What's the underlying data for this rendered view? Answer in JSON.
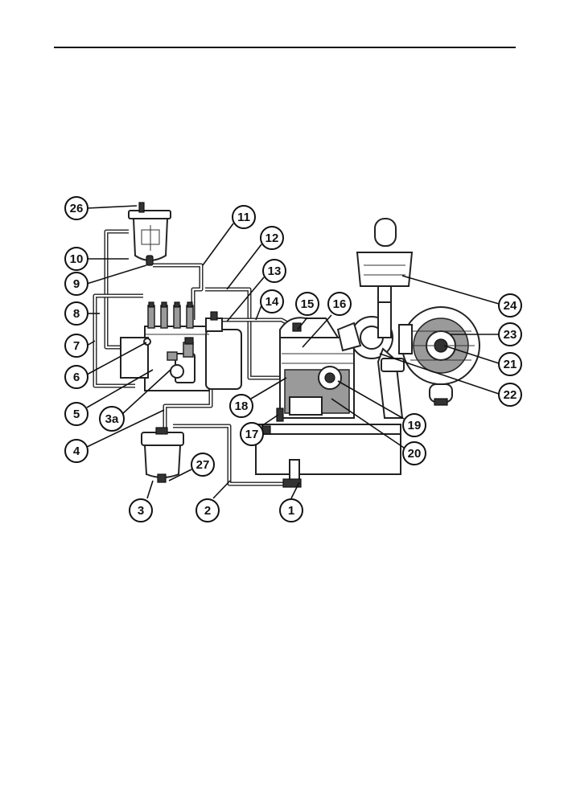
{
  "callouts": [
    {
      "id": "c26",
      "label": "26"
    },
    {
      "id": "c11",
      "label": "11"
    },
    {
      "id": "c12",
      "label": "12"
    },
    {
      "id": "c10",
      "label": "10"
    },
    {
      "id": "c13",
      "label": "13"
    },
    {
      "id": "c9",
      "label": "9"
    },
    {
      "id": "c8",
      "label": "8"
    },
    {
      "id": "c14",
      "label": "14"
    },
    {
      "id": "c15",
      "label": "15"
    },
    {
      "id": "c16",
      "label": "16"
    },
    {
      "id": "c24",
      "label": "24"
    },
    {
      "id": "c7",
      "label": "7"
    },
    {
      "id": "c23",
      "label": "23"
    },
    {
      "id": "c6",
      "label": "6"
    },
    {
      "id": "c21",
      "label": "21"
    },
    {
      "id": "c22",
      "label": "22"
    },
    {
      "id": "c18",
      "label": "18"
    },
    {
      "id": "c5",
      "label": "5"
    },
    {
      "id": "c3a",
      "label": "3a"
    },
    {
      "id": "c19",
      "label": "19"
    },
    {
      "id": "c17",
      "label": "17"
    },
    {
      "id": "c4",
      "label": "4"
    },
    {
      "id": "c20",
      "label": "20"
    },
    {
      "id": "c27",
      "label": "27"
    },
    {
      "id": "c3",
      "label": "3"
    },
    {
      "id": "c2",
      "label": "2"
    },
    {
      "id": "c1",
      "label": "1"
    }
  ]
}
